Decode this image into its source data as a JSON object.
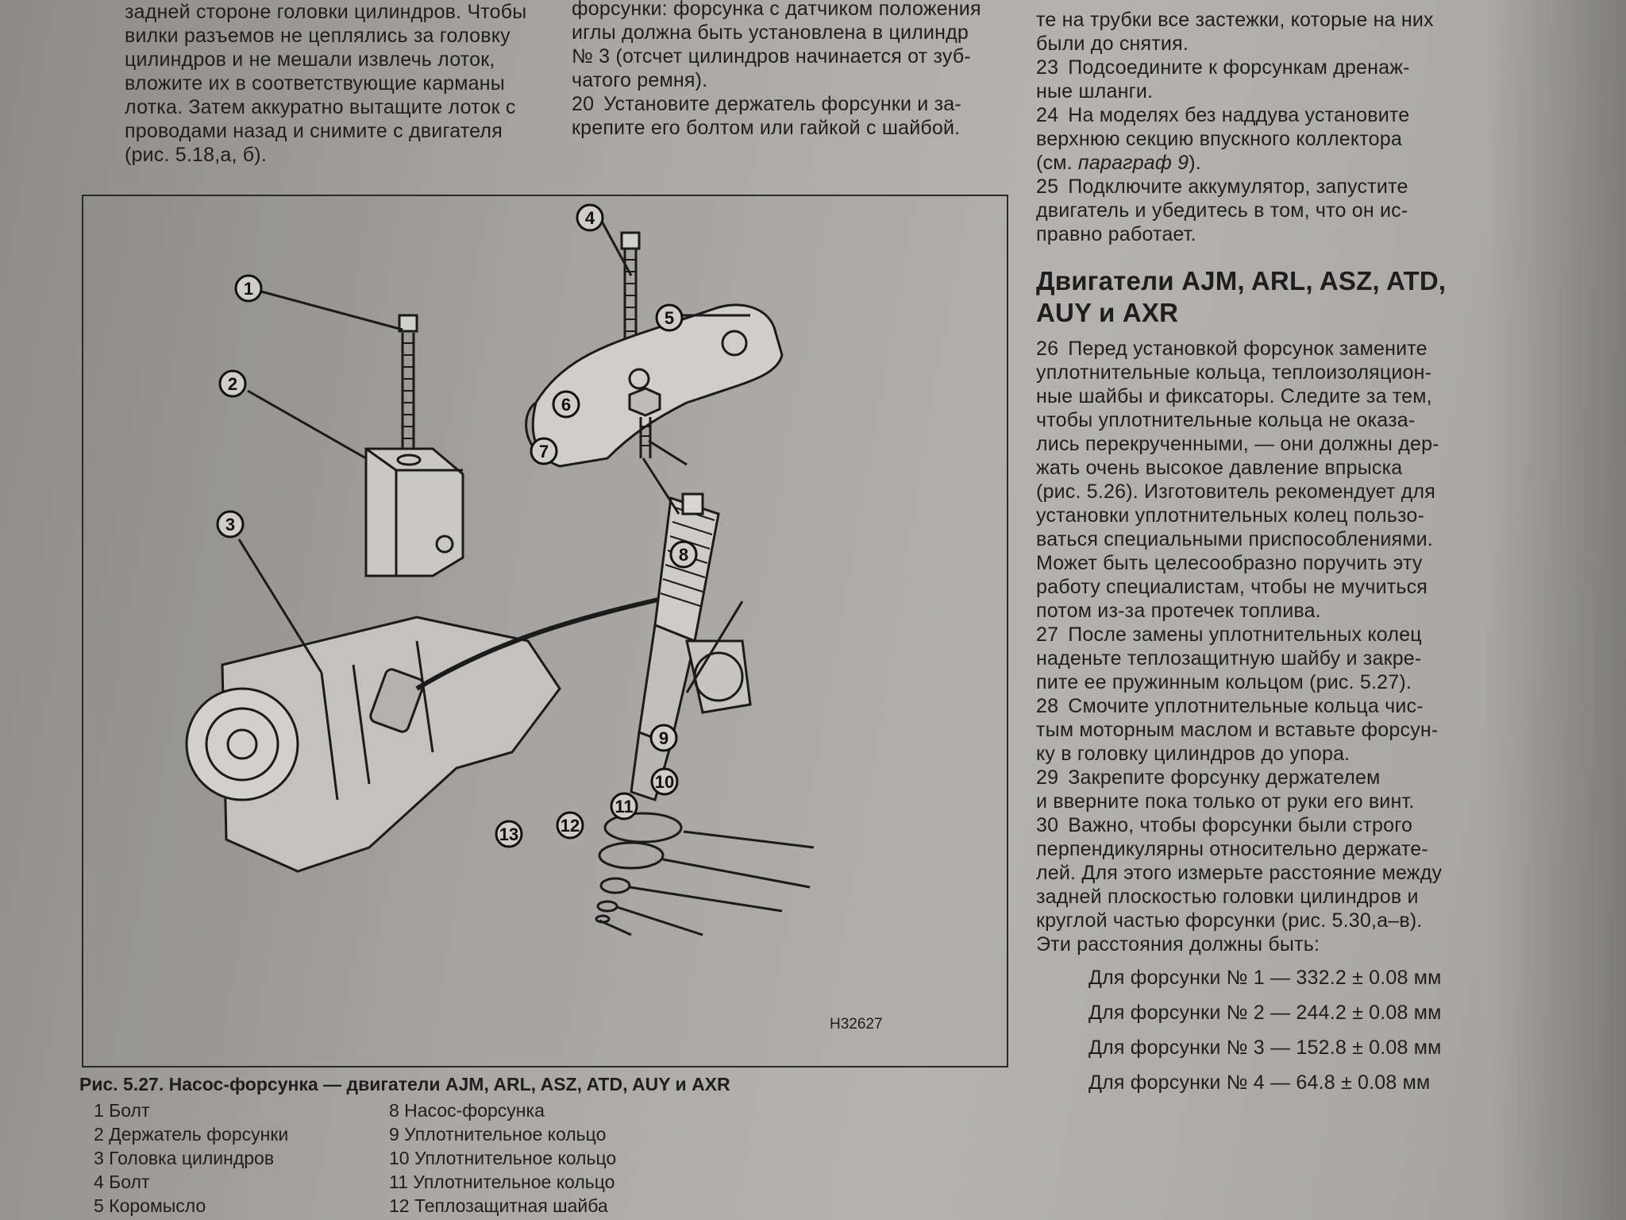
{
  "col1": {
    "lines": [
      "задней стороне головки цилиндров. Чтобы",
      "вилки разъемов не цеплялись за головку",
      "цилиндров и не мешали извлечь лоток,",
      "вложите их в соответствующие карманы",
      "лотка. Затем аккуратно вытащите лоток с",
      "проводами назад и снимите с двигателя",
      "(рис. 5.18,а, б)."
    ]
  },
  "col2": {
    "lines": [
      "форсунки: форсунка с датчиком положения",
      "иглы должна быть установлена в цилиндр",
      "№ 3 (отсчет цилиндров начинается от зуб-",
      "чатого ремня)."
    ],
    "p20_num": "20",
    "p20_lines": [
      "Установите держатель форсунки и за-",
      "крепите его болтом или гайкой с шайбой."
    ]
  },
  "col3": {
    "intro_lines": [
      "те на трубки все застежки, которые на них",
      "были до снятия."
    ],
    "p23_num": "23",
    "p23_lines": [
      "Подсоедините к форсункам дренаж-",
      "ные шланги."
    ],
    "p24_num": "24",
    "p24_lines": [
      "На моделях без наддува установите",
      "верхнюю секцию впускного коллектора"
    ],
    "p24_ref_pre": "(см. ",
    "p24_ref_it": "параграф 9",
    "p24_ref_post": ").",
    "p25_num": "25",
    "p25_lines": [
      "Подключите аккумулятор, запустите",
      "двигатель и убедитесь в том, что он ис-",
      "правно работает."
    ],
    "heading_line1": "Двигатели AJM, ARL, ASZ, ATD,",
    "heading_line2": "AUY и AXR",
    "p26_num": "26",
    "p26_lines": [
      "Перед установкой форсунок замените",
      "уплотнительные кольца, теплоизоляцион-",
      "ные шайбы и фиксаторы. Следите за тем,",
      "чтобы уплотнительные кольца не оказа-",
      "лись перекрученными, — они должны дер-",
      "жать очень высокое давление впрыска",
      "(рис. 5.26). Изготовитель рекомендует для",
      "установки уплотнительных колец пользо-",
      "ваться специальными приспособлениями.",
      "Может быть целесообразно поручить эту",
      "работу специалистам, чтобы не мучиться",
      "потом из-за протечек топлива."
    ],
    "p27_num": "27",
    "p27_lines": [
      "После замены уплотнительных колец",
      "наденьте теплозащитную шайбу и закре-",
      "пите ее пружинным кольцом (рис. 5.27)."
    ],
    "p28_num": "28",
    "p28_lines": [
      "Смочите уплотнительные кольца чис-",
      "тым моторным маслом и вставьте форсун-",
      "ку в головку цилиндров до упора."
    ],
    "p29_num": "29",
    "p29_lines": [
      "Закрепите форсунку держателем",
      "и вверните пока только от руки его винт."
    ],
    "p30_num": "30",
    "p30_lines": [
      "Важно, чтобы форсунки были строго",
      "перпендикулярны относительно держате-",
      "лей. Для этого измерьте расстояние между",
      "задней плоскостью головки цилиндров и",
      "круглой частью форсунки (рис. 5.30,а–в).",
      "Эти расстояния должны быть:"
    ],
    "specs": [
      "Для форсунки № 1 — 332.2 ± 0.08 мм",
      "Для форсунки № 2 — 244.2 ± 0.08 мм",
      "Для форсунки № 3 — 152.8 ± 0.08 мм",
      "Для форсунки № 4 — 64.8 ± 0.08 мм"
    ]
  },
  "figure": {
    "code": "H32627",
    "callouts": [
      "1",
      "2",
      "3",
      "4",
      "5",
      "6",
      "7",
      "8",
      "9",
      "10",
      "11",
      "12",
      "13"
    ],
    "caption": "Рис. 5.27. Насос-форсунка — двигатели AJM, ARL, ASZ, ATD, AUY и AXR",
    "legend_left": [
      "1 Болт",
      "2 Держатель форсунки",
      "3 Головка цилиндров",
      "4 Болт",
      "5 Коромысло"
    ],
    "legend_right": [
      "8 Насос-форсунка",
      "9 Уплотнительное кольцо",
      "10 Уплотнительное кольцо",
      "11 Уплотнительное кольцо",
      "12 Теплозащитная шайба"
    ]
  }
}
